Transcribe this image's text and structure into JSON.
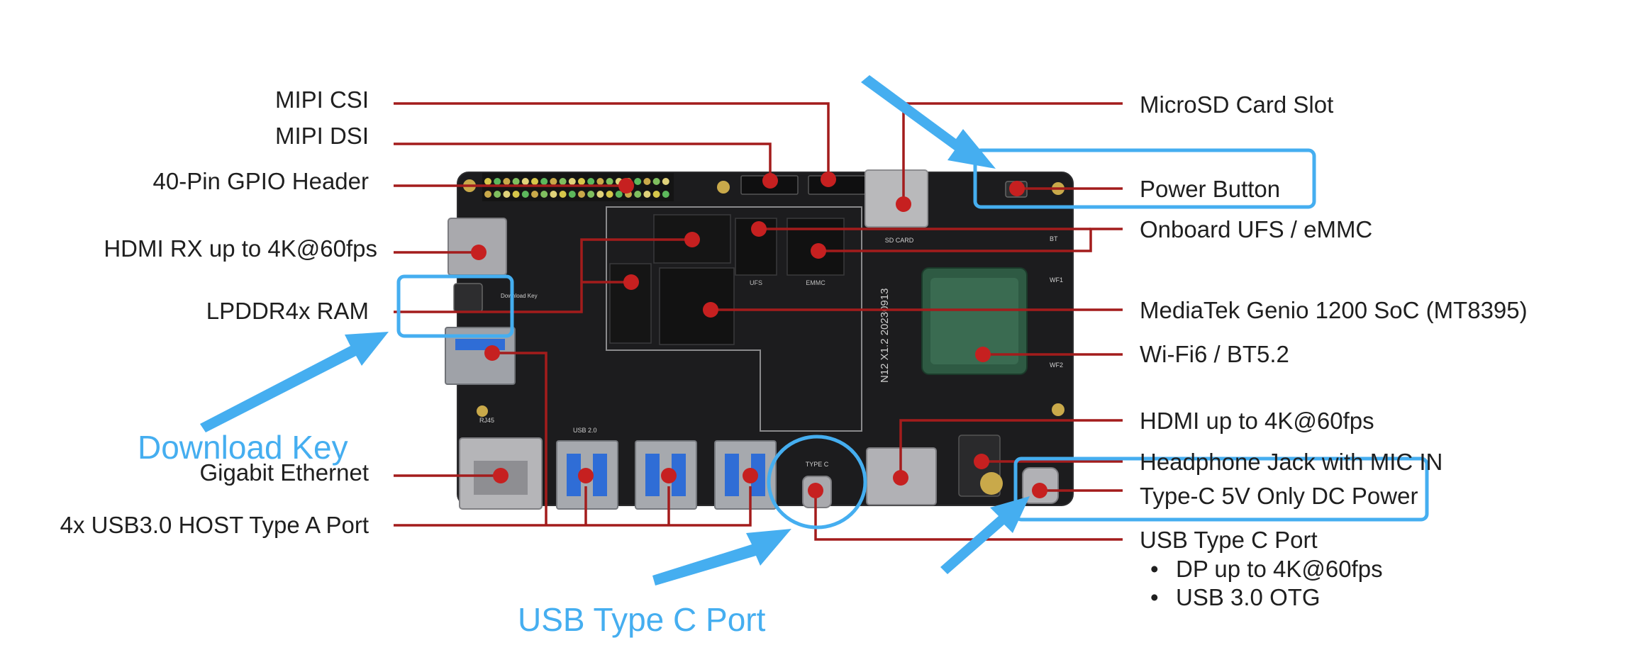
{
  "colors": {
    "leader_line": "#a31c1c",
    "marker_dot": "#c62020",
    "annotation_blue": "#45aef0",
    "board": "#1c1c1e",
    "label_text": "#1f1f1f"
  },
  "left_labels": {
    "mipi_csi": "MIPI CSI",
    "mipi_dsi": "MIPI DSI",
    "gpio": "40-Pin GPIO Header",
    "hdmi_rx": "HDMI RX up to 4K@60fps",
    "ram": "LPDDR4x RAM",
    "ethernet": "Gigabit Ethernet",
    "usb3": "4x USB3.0 HOST Type A Port"
  },
  "right_labels": {
    "microsd": "MicroSD Card Slot",
    "power_button": "Power Button",
    "ufs": "Onboard UFS / eMMC",
    "soc": "MediaTek Genio 1200 SoC (MT8395)",
    "wifi": "Wi-Fi6 / BT5.2",
    "hdmi_out": "HDMI up to 4K@60fps",
    "headphone": "Headphone Jack with MIC IN",
    "dc_power": "Type-C 5V Only DC Power",
    "usb_c": "USB Type C Port",
    "usb_c_features": [
      "DP up to 4K@60fps",
      "USB 3.0 OTG"
    ]
  },
  "annotations": {
    "download_key": "Download Key",
    "usb_type_c_port": "USB Type C Port"
  },
  "board_silkscreen": {
    "sd_card": "SD CARD",
    "ufs": "UFS",
    "emmc": "EMMC",
    "type_c": "TYPE C",
    "usb_20": "USB 2.0",
    "rj45": "RJ45",
    "download_key": "Download Key",
    "board_id": "N12  X1.2  20230913",
    "wf1": "WF1",
    "wf2": "WF2",
    "bt": "BT"
  }
}
